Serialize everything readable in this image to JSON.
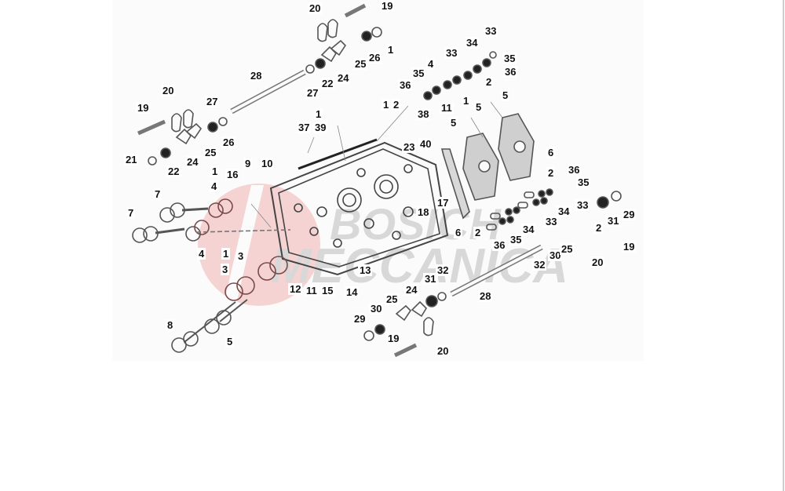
{
  "diagram": {
    "title": "Cylinder head exploded view",
    "watermark": {
      "line1": "BOSICH",
      "line2": "MECCANICA",
      "accent_color": "#f3c9c9",
      "text_color": "#d8d8d8"
    },
    "callouts": [
      {
        "id": "c1",
        "label": "20"
      },
      {
        "id": "c2",
        "label": "19"
      },
      {
        "id": "c3",
        "label": "26"
      },
      {
        "id": "c4",
        "label": "1"
      },
      {
        "id": "c5",
        "label": "28"
      },
      {
        "id": "c6",
        "label": "24"
      },
      {
        "id": "c7",
        "label": "22"
      },
      {
        "id": "c8",
        "label": "25"
      },
      {
        "id": "c9",
        "label": "27"
      },
      {
        "id": "c10",
        "label": "20"
      },
      {
        "id": "c11",
        "label": "19"
      },
      {
        "id": "c12",
        "label": "27"
      },
      {
        "id": "c13",
        "label": "26"
      },
      {
        "id": "c14",
        "label": "25"
      },
      {
        "id": "c15",
        "label": "21"
      },
      {
        "id": "c16",
        "label": "24"
      },
      {
        "id": "c17",
        "label": "22"
      },
      {
        "id": "c18",
        "label": "1"
      },
      {
        "id": "c19",
        "label": "16"
      },
      {
        "id": "c20",
        "label": "9"
      },
      {
        "id": "c21",
        "label": "10"
      },
      {
        "id": "c22",
        "label": "37"
      },
      {
        "id": "c23",
        "label": "39"
      },
      {
        "id": "c24",
        "label": "1"
      },
      {
        "id": "c25",
        "label": "4"
      },
      {
        "id": "c26",
        "label": "7"
      },
      {
        "id": "c27",
        "label": "7"
      },
      {
        "id": "c28",
        "label": "4"
      },
      {
        "id": "c29",
        "label": "1"
      },
      {
        "id": "c30",
        "label": "3"
      },
      {
        "id": "c31",
        "label": "3"
      },
      {
        "id": "c32",
        "label": "8"
      },
      {
        "id": "c33",
        "label": "5"
      },
      {
        "id": "c34",
        "label": "12"
      },
      {
        "id": "c35",
        "label": "11"
      },
      {
        "id": "c36",
        "label": "15"
      },
      {
        "id": "c37",
        "label": "14"
      },
      {
        "id": "c38",
        "label": "13"
      },
      {
        "id": "c39",
        "label": "33"
      },
      {
        "id": "c40",
        "label": "34"
      },
      {
        "id": "c41",
        "label": "35"
      },
      {
        "id": "c42",
        "label": "33"
      },
      {
        "id": "c43",
        "label": "4"
      },
      {
        "id": "c44",
        "label": "35"
      },
      {
        "id": "c45",
        "label": "36"
      },
      {
        "id": "c46",
        "label": "36"
      },
      {
        "id": "c47",
        "label": "2"
      },
      {
        "id": "c48",
        "label": "1"
      },
      {
        "id": "c49",
        "label": "2"
      },
      {
        "id": "c50",
        "label": "38"
      },
      {
        "id": "c51",
        "label": "11"
      },
      {
        "id": "c52",
        "label": "1"
      },
      {
        "id": "c53",
        "label": "5"
      },
      {
        "id": "c54",
        "label": "5"
      },
      {
        "id": "c55",
        "label": "5"
      },
      {
        "id": "c56",
        "label": "23"
      },
      {
        "id": "c57",
        "label": "40"
      },
      {
        "id": "c58",
        "label": "6"
      },
      {
        "id": "c59",
        "label": "2"
      },
      {
        "id": "c60",
        "label": "36"
      },
      {
        "id": "c61",
        "label": "35"
      },
      {
        "id": "c62",
        "label": "17"
      },
      {
        "id": "c63",
        "label": "18"
      },
      {
        "id": "c64",
        "label": "6"
      },
      {
        "id": "c65",
        "label": "2"
      },
      {
        "id": "c66",
        "label": "34"
      },
      {
        "id": "c67",
        "label": "33"
      },
      {
        "id": "c68",
        "label": "29"
      },
      {
        "id": "c69",
        "label": "31"
      },
      {
        "id": "c70",
        "label": "2"
      },
      {
        "id": "c71",
        "label": "33"
      },
      {
        "id": "c72",
        "label": "34"
      },
      {
        "id": "c73",
        "label": "35"
      },
      {
        "id": "c74",
        "label": "36"
      },
      {
        "id": "c75",
        "label": "30"
      },
      {
        "id": "c76",
        "label": "25"
      },
      {
        "id": "c77",
        "label": "32"
      },
      {
        "id": "c78",
        "label": "19"
      },
      {
        "id": "c79",
        "label": "20"
      },
      {
        "id": "c80",
        "label": "32"
      },
      {
        "id": "c81",
        "label": "31"
      },
      {
        "id": "c82",
        "label": "28"
      },
      {
        "id": "c83",
        "label": "24"
      },
      {
        "id": "c84",
        "label": "25"
      },
      {
        "id": "c85",
        "label": "30"
      },
      {
        "id": "c86",
        "label": "29"
      },
      {
        "id": "c87",
        "label": "19"
      },
      {
        "id": "c88",
        "label": "20"
      }
    ]
  }
}
